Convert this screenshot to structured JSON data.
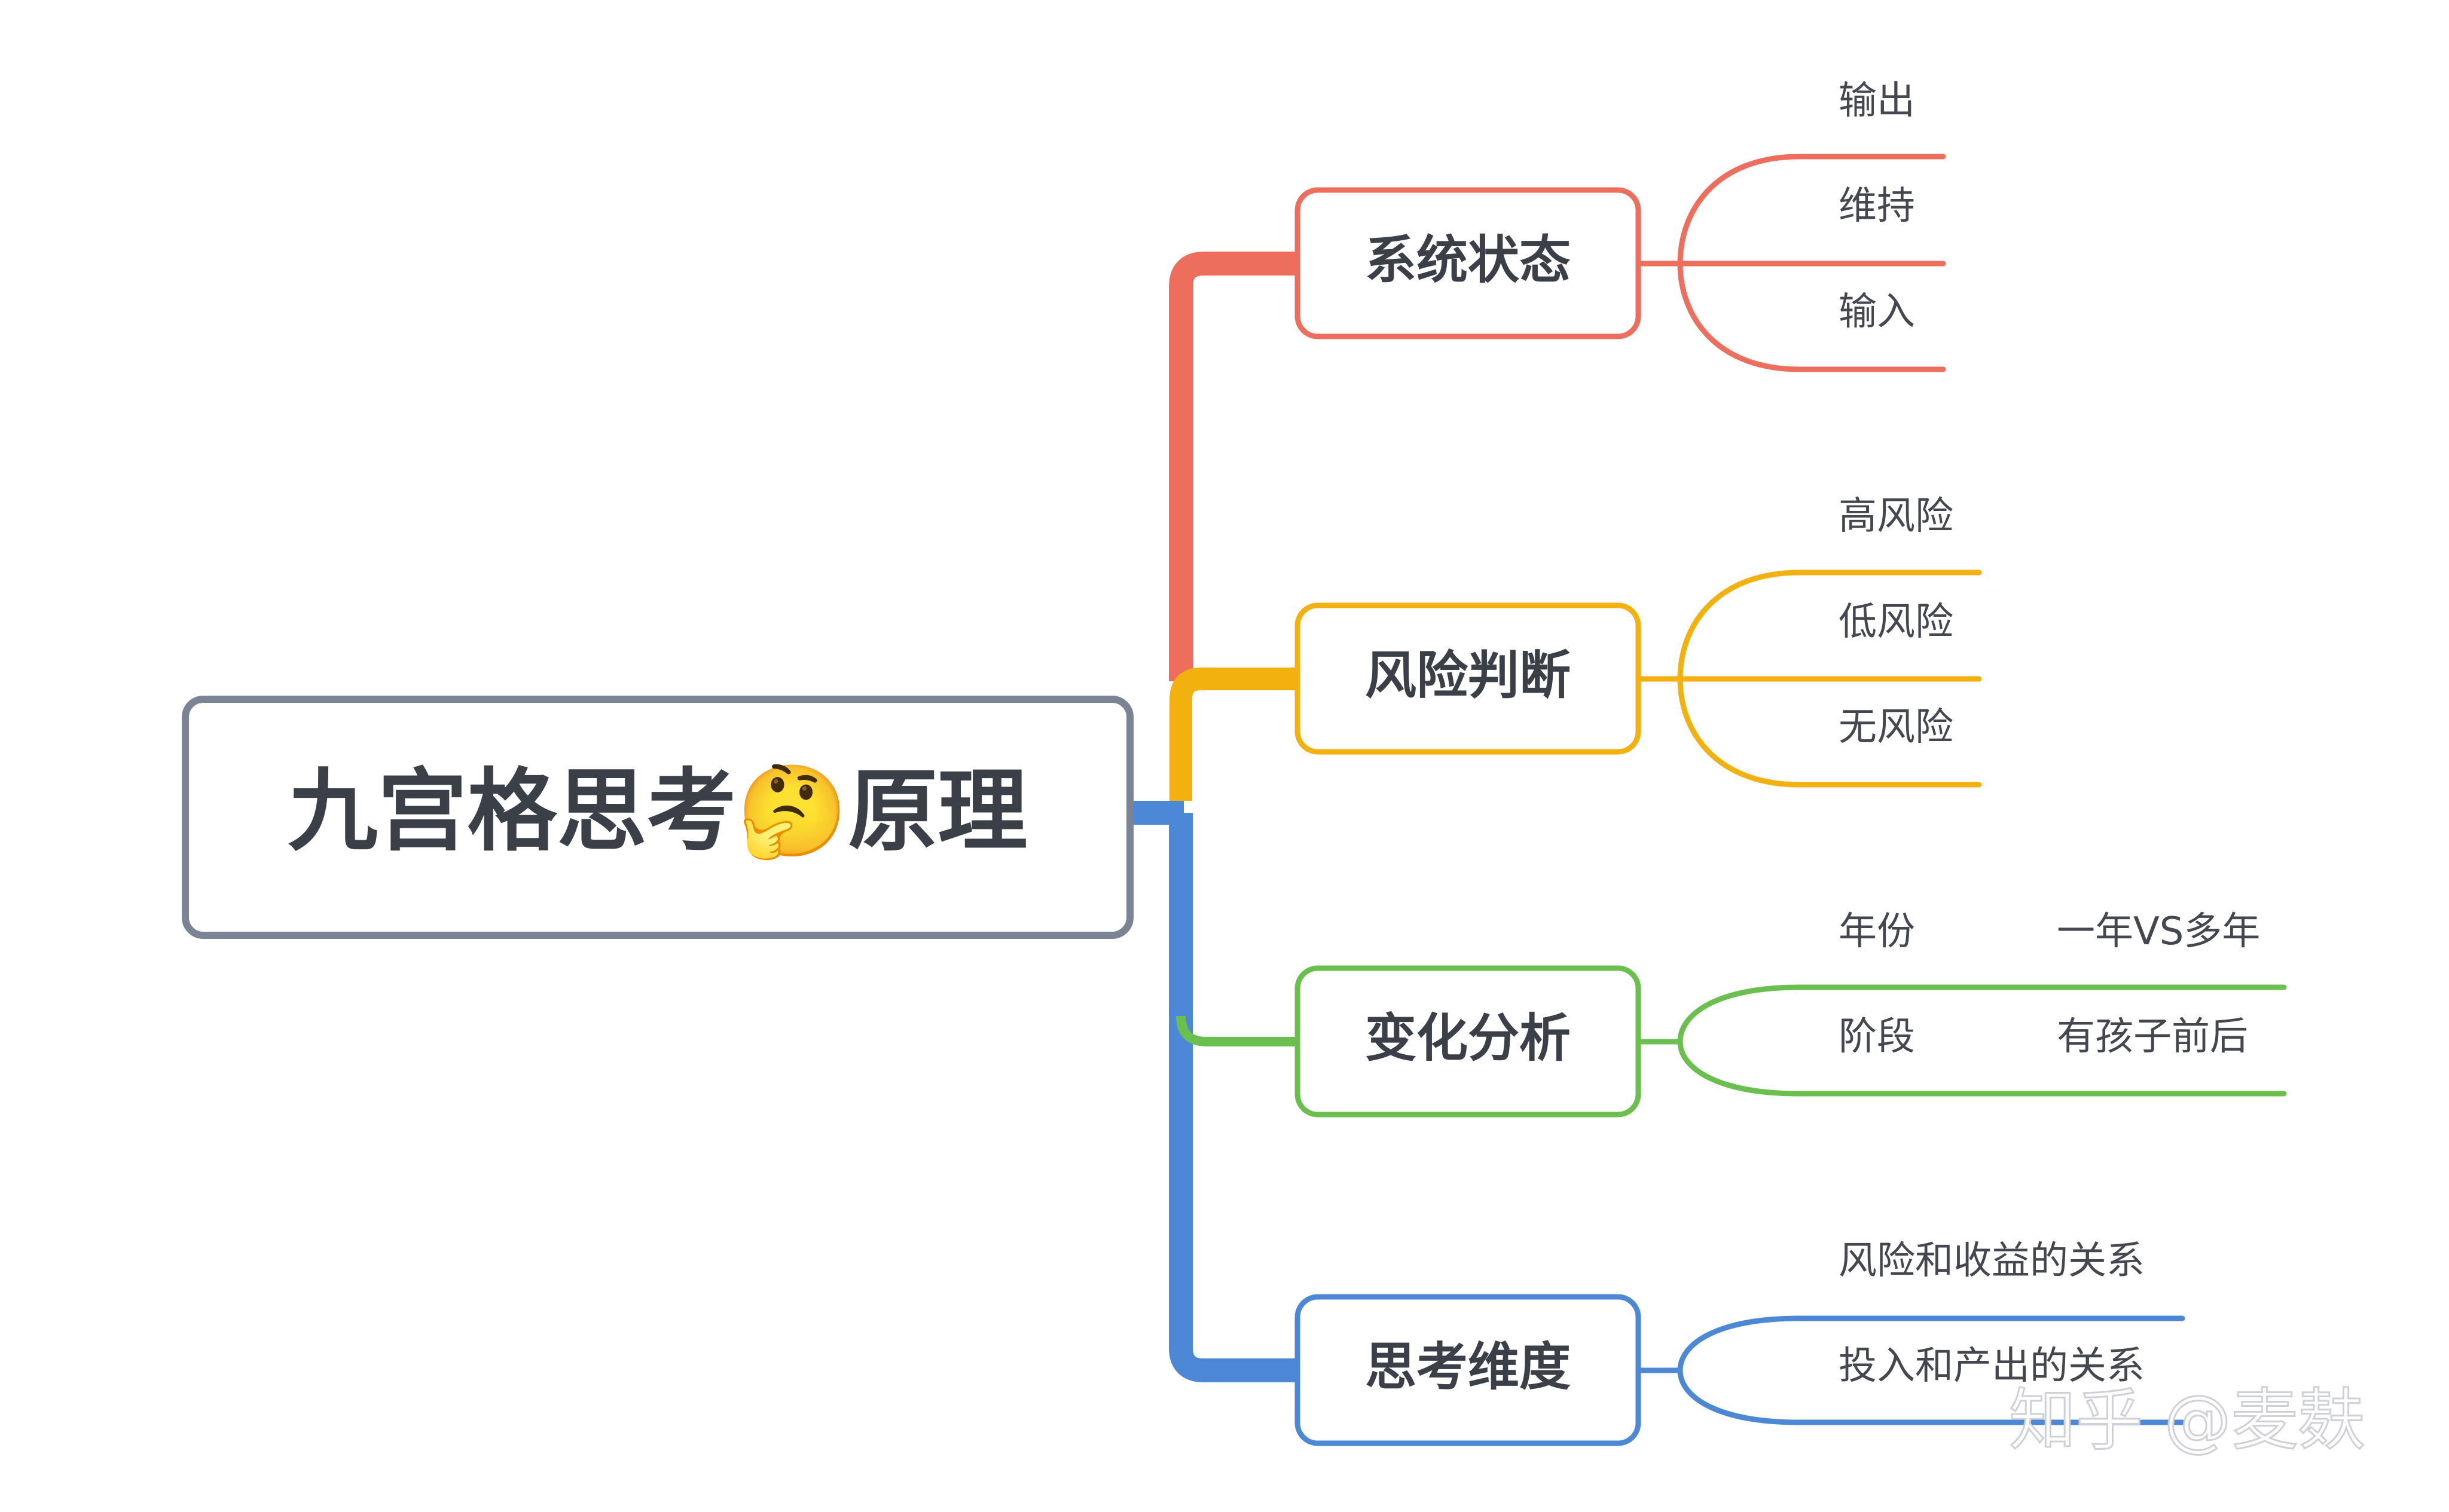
{
  "root": {
    "title": "九宫格思考",
    "emoji": "🤔",
    "title_suffix": "原理",
    "color": "#7a8494"
  },
  "branches": [
    {
      "label": "系统状态",
      "color": "#ee6e5e",
      "leaves": [
        {
          "text": "输出"
        },
        {
          "text": "维持"
        },
        {
          "text": "输入"
        }
      ]
    },
    {
      "label": "风险判断",
      "color": "#f2b10f",
      "leaves": [
        {
          "text": "高风险"
        },
        {
          "text": "低风险"
        },
        {
          "text": "无风险"
        }
      ]
    },
    {
      "label": "变化分析",
      "color": "#6bbf4e",
      "leaves": [
        {
          "text": "年份",
          "extra": "一年VS多年"
        },
        {
          "text": "阶段",
          "extra": "有孩子前后"
        }
      ]
    },
    {
      "label": "思考维度",
      "color": "#4d88d6",
      "leaves": [
        {
          "text": "风险和收益的关系"
        },
        {
          "text": "投入和产出的关系"
        }
      ]
    }
  ],
  "watermark": "知乎 @麦麸"
}
